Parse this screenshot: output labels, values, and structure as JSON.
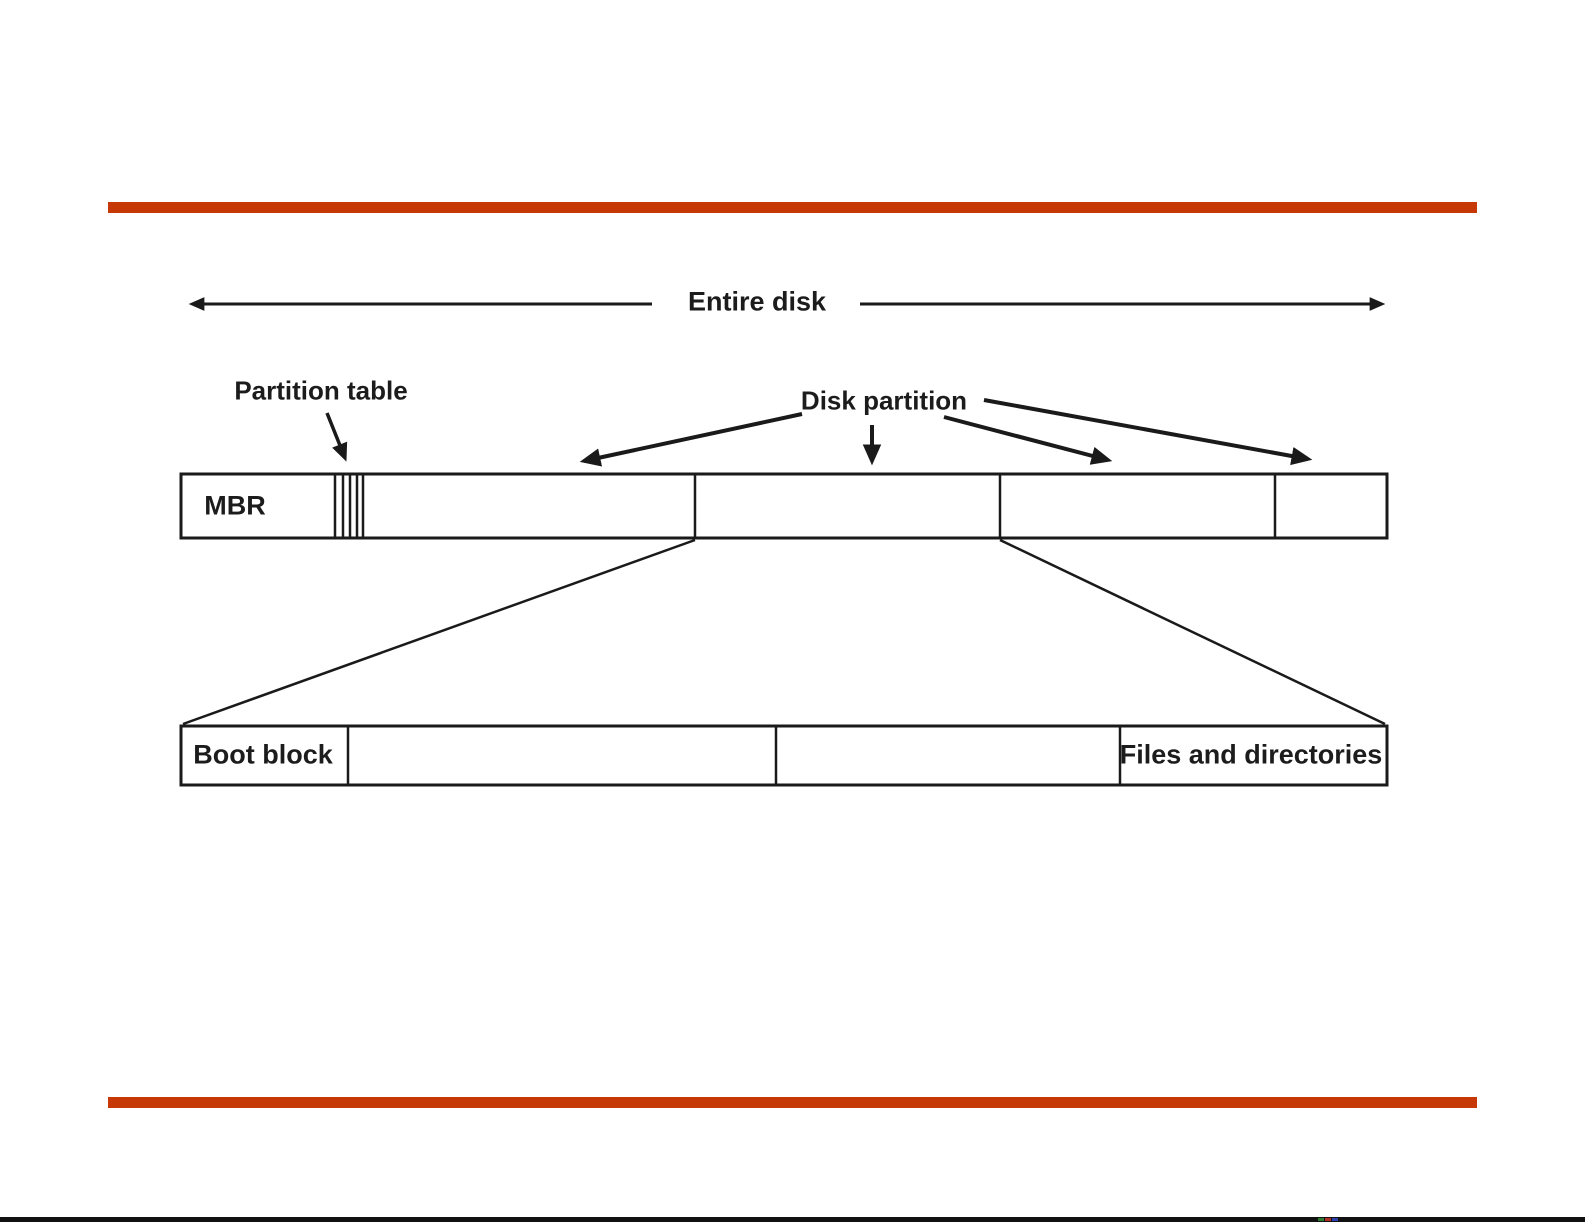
{
  "colors": {
    "accent_bar": "#c63806",
    "diagram_line": "#1a1a1a",
    "background": "#ffffff"
  },
  "diagram": {
    "entire_disk_label": "Entire disk",
    "partition_table_label": "Partition table",
    "disk_partition_label": "Disk partition",
    "disk_bar": {
      "mbr_label": "MBR",
      "partitions": [
        "",
        "",
        "",
        ""
      ]
    },
    "filesystem_bar": {
      "boot_block_label": "Boot block",
      "middle_cells": [
        "",
        ""
      ],
      "files_label": "Files and directories"
    }
  }
}
